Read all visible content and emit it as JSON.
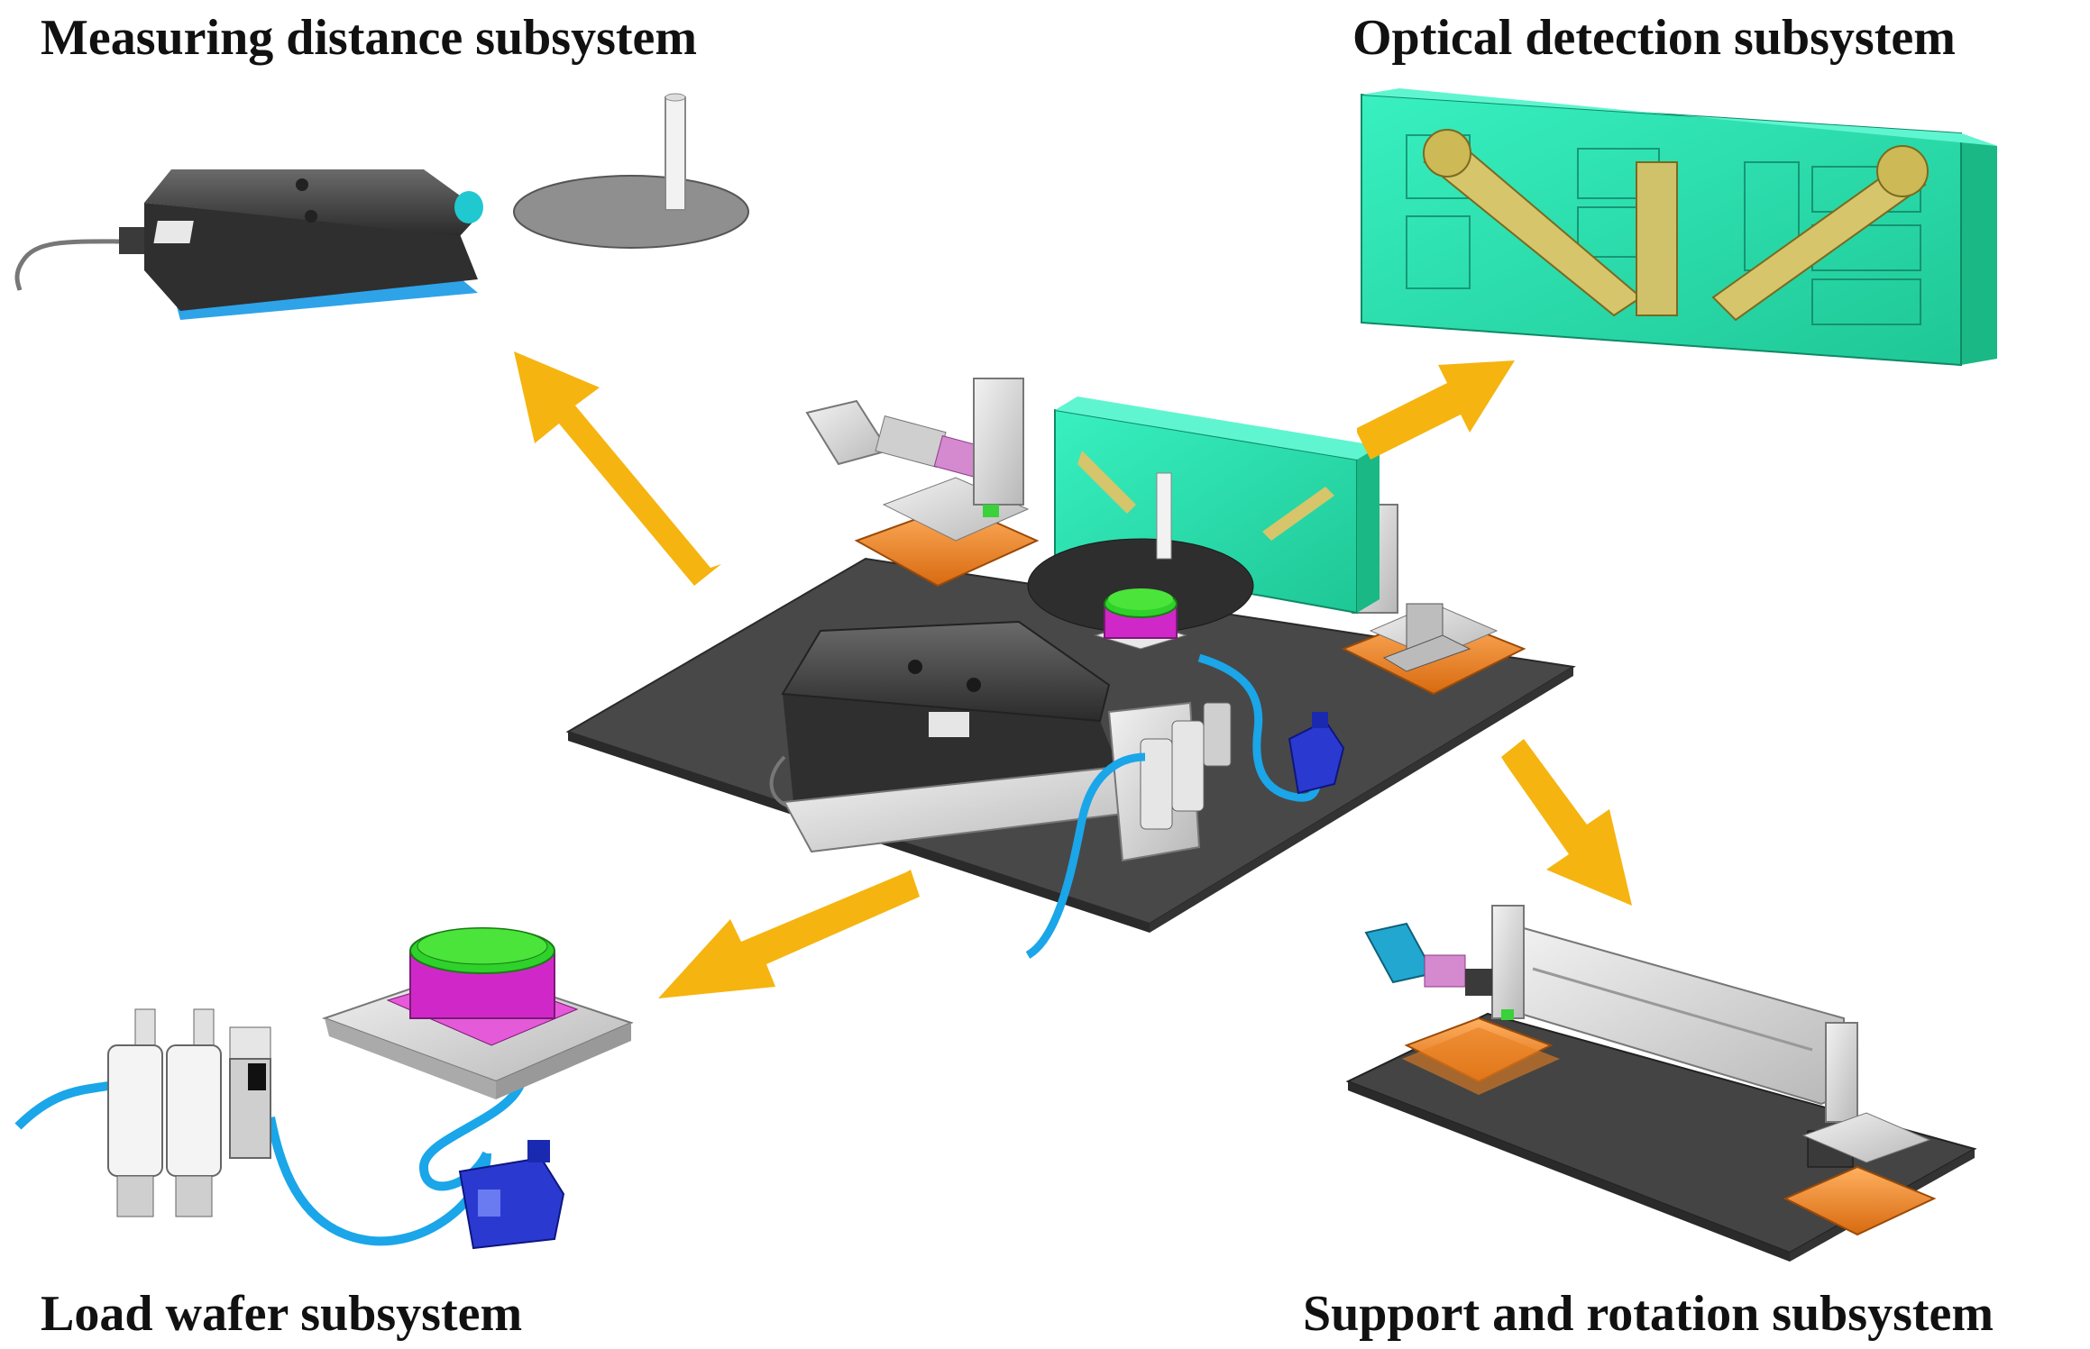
{
  "labels": {
    "measuring": "Measuring distance subsystem",
    "optical": "Optical detection subsystem",
    "load": "Load wafer subsystem",
    "support": "Support and rotation subsystem"
  },
  "colors": {
    "arrow": "#f5b40f",
    "plate": "#4a4a4a",
    "optical_box": "#2ee6b4",
    "orange_stage": "#f08a2a",
    "chuck_green": "#39d12b",
    "chuck_magenta": "#d028c8",
    "tube_blue": "#1aa6e8",
    "valve_blue": "#2a3ad0"
  }
}
